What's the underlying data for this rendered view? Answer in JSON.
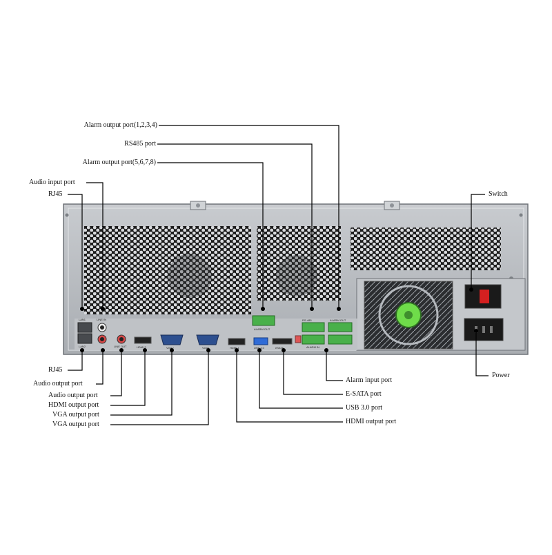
{
  "labels": {
    "alarm_out_1234": "Alarm output port(1,2,3,4)",
    "rs485": "RS485 port",
    "alarm_out_5678": "Alarm output port(5,6,7,8)",
    "audio_input": "Audio input port",
    "rj45_top": "RJ45",
    "switch": "Switch",
    "rj45_bottom": "RJ45",
    "audio_output_1": "Audio output port",
    "audio_output_2": "Audio output port",
    "hdmi_output_left": "HDMI output port",
    "vga_output_1": "VGA output port",
    "vga_output_2": "VGA output port",
    "alarm_input": "Alarm input port",
    "esata": "E-SATA port",
    "usb3": "USB 3.0 port",
    "hdmi_output_right": "HDMI output port",
    "power": "Power"
  },
  "panel_silkscreen": {
    "lan": "LAN1",
    "lan2": "LAN2",
    "line_in": "LINE IN",
    "line_out": "LINE OUT",
    "hdmi2": "HDMI 2",
    "vga2": "VGA2",
    "vga1": "VGA1",
    "hdmi1": "HDMI 1",
    "usb": "USB 3.0",
    "esata": "eSATA",
    "rs485": "RS-485",
    "alarm_out": "ALARM OUT",
    "alarm_out_top": "ALARM OUT",
    "alarm_in": "ALARM IN"
  },
  "colors": {
    "chassis": "#b9bcc0",
    "chassis_dark": "#8c9095",
    "line": "#000000",
    "terminal_green": "#49b04a",
    "usb_blue": "#2f6bd6",
    "fan_green": "#6fdc4a",
    "switch_red": "#d42020"
  }
}
